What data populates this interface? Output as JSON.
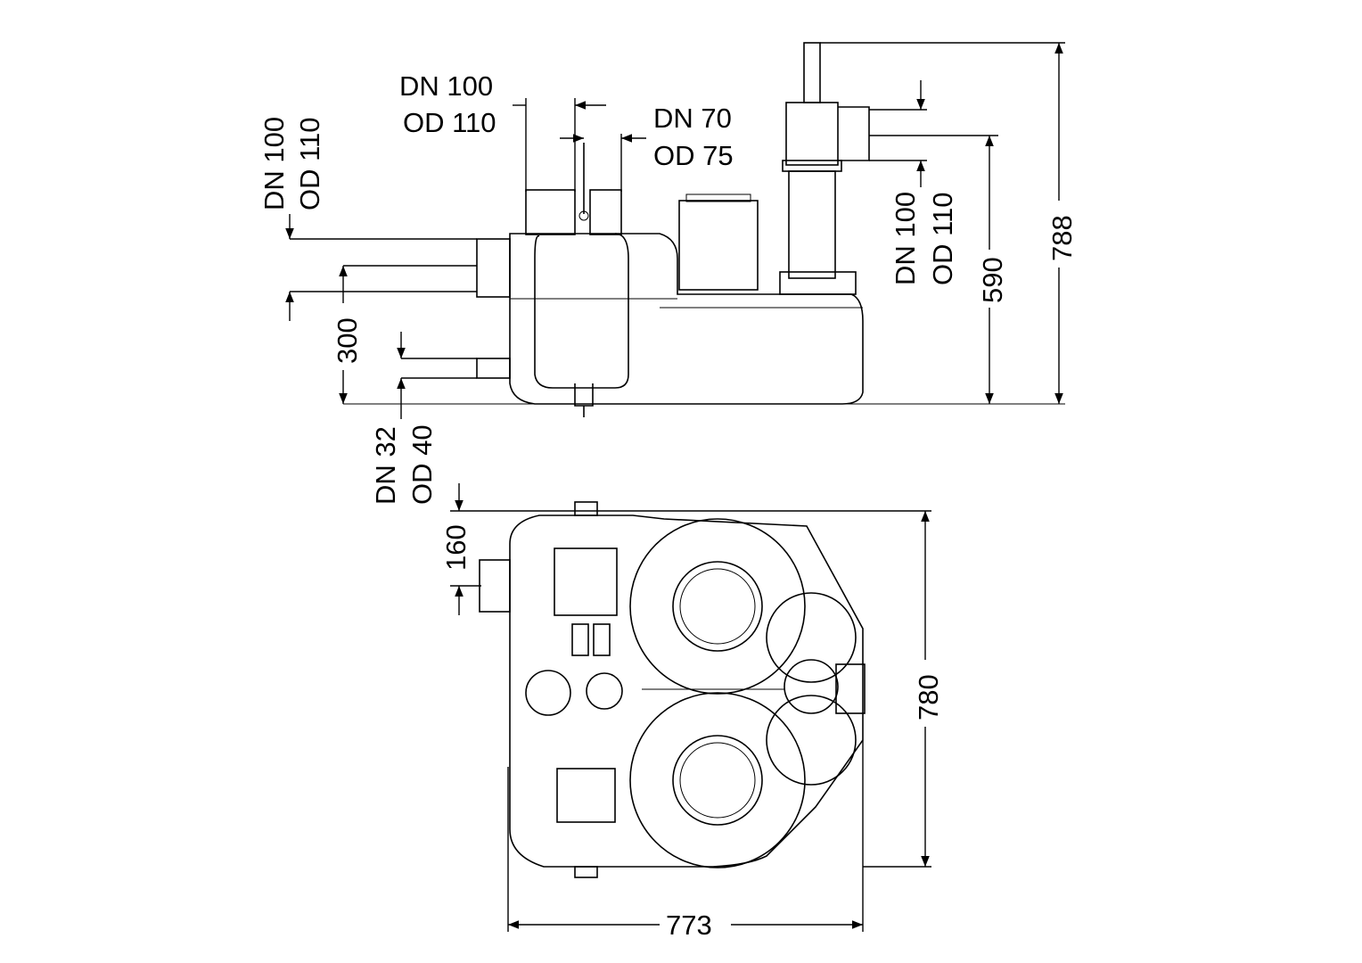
{
  "labels": {
    "inlet_top_dn": "DN 100",
    "inlet_top_od": "OD 110",
    "vent_dn": "DN 70",
    "vent_od": "OD 75",
    "inlet_side_dn": "DN 100",
    "inlet_side_od": "OD 110",
    "outlet_dn": "DN 100",
    "outlet_od": "OD 110",
    "outlet_height": "590",
    "total_height": "788",
    "inlet_height": "300",
    "drain_dn": "DN 32",
    "drain_od": "OD 40",
    "inlet_offset": "160",
    "depth": "780",
    "width": "773"
  }
}
